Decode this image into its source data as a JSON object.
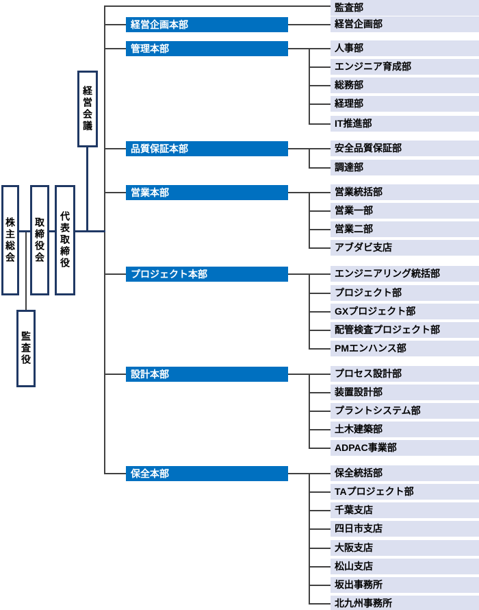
{
  "colors": {
    "division_bar": "#0070C0",
    "department_row": "#DCE0F0",
    "box_border": "#1F3864",
    "connector": "#404040",
    "text_on_blue": "#FFFFFF",
    "text_dark": "#000000"
  },
  "governance": {
    "shareholders_meeting": "株主総会",
    "board_of_directors": "取締役会",
    "representative_director": "代表取締役",
    "auditor": "監査役",
    "management_meeting": "経営会議"
  },
  "top_level_departments": [
    {
      "label": "監査部"
    }
  ],
  "divisions": [
    {
      "id": "keiei-kikaku",
      "label": "経営企画本部",
      "departments": [
        {
          "label": "経営企画部"
        }
      ]
    },
    {
      "id": "kanri",
      "label": "管理本部",
      "departments": [
        {
          "label": "人事部"
        },
        {
          "label": "エンジニア育成部"
        },
        {
          "label": "総務部"
        },
        {
          "label": "経理部"
        },
        {
          "label": "IT推進部"
        }
      ]
    },
    {
      "id": "hinshitsu-hosho",
      "label": "品質保証本部",
      "departments": [
        {
          "label": "安全品質保証部"
        },
        {
          "label": "調達部"
        }
      ]
    },
    {
      "id": "eigyo",
      "label": "営業本部",
      "departments": [
        {
          "label": "営業統括部"
        },
        {
          "label": "営業一部"
        },
        {
          "label": "営業二部"
        },
        {
          "label": "アブダビ支店"
        }
      ]
    },
    {
      "id": "project",
      "label": "プロジェクト本部",
      "departments": [
        {
          "label": "エンジニアリング統括部"
        },
        {
          "label": "プロジェクト部"
        },
        {
          "label": "GXプロジェクト部"
        },
        {
          "label": "配管検査プロジェクト部"
        },
        {
          "label": "PMエンハンス部"
        }
      ]
    },
    {
      "id": "sekkei",
      "label": "設計本部",
      "departments": [
        {
          "label": "プロセス設計部"
        },
        {
          "label": "装置設計部"
        },
        {
          "label": "プラントシステム部"
        },
        {
          "label": "土木建築部"
        },
        {
          "label": "ADPAC事業部"
        }
      ]
    },
    {
      "id": "hozen",
      "label": "保全本部",
      "departments": [
        {
          "label": "保全統括部"
        },
        {
          "label": "TAプロジェクト部"
        },
        {
          "label": "千葉支店"
        },
        {
          "label": "四日市支店"
        },
        {
          "label": "大阪支店"
        },
        {
          "label": "松山支店"
        },
        {
          "label": "坂出事務所"
        },
        {
          "label": "北九州事務所"
        }
      ]
    }
  ]
}
